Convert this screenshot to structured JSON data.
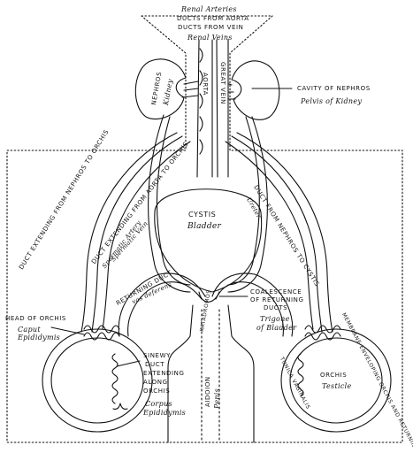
{
  "top_labels": {
    "renal_arteries": "Renal Arteries",
    "ducts_from_aorta": "DUCTS FROM AORTA",
    "ducts_from_vein": "DUCTS FROM VEIN",
    "renal_veins": "Renal Veins"
  },
  "vessel_labels": {
    "aorta": "AORTA",
    "great_vein": "GREAT VEIN"
  },
  "left_labels": {
    "nephros": "NEPHROS",
    "kidney": "Kidney",
    "head_of_orchis": "HEAD OF ORCHIS",
    "caput_epididymis": "Caput Epididymis",
    "duct_from_nephros": "DUCT EXTENDING FROM NEPHROS TO ORCHIS",
    "duct_from_aorta": "DUCT EXTENDING FROM AORTA TO ORCHIS",
    "spermatic_artery": "Spermatic Artery",
    "spermatic_vein": "Spermatic Vein",
    "returning_duct": "RETURNING DUCT",
    "vas_deferens": "vas deferens"
  },
  "right_labels": {
    "cavity_of_nephros": "CAVITY OF NEPHROS",
    "pelvis_of_kidney": "Pelvis of Kidney",
    "duct_from_nephros_to_cystis": "DUCT FROM NEPHROS TO CYSTIS",
    "ureter": "Ureter"
  },
  "center_labels": {
    "cystis": "CYSTIS",
    "bladder": "Bladder",
    "coalescence": [
      "COALESCENCE",
      "OF RETURNING",
      "DUCTS"
    ],
    "trigone": [
      "Trigone",
      "of Bladder"
    ],
    "aidoion": "AIDOION",
    "penis": "Penis",
    "katadromos": "KATADROMOS"
  },
  "bottom_labels": {
    "sinewy_duct": [
      "SINEWY",
      "DUCT",
      "EXTENDING",
      "ALONG",
      "ORCHIS"
    ],
    "corpus_epididymis": [
      "Corpus",
      "Epididymis"
    ],
    "orchis": "ORCHIS",
    "testicle": "Testicle",
    "membrane": "MEMBRANE ENVELOPING ORCHIS AND RETURNING DUCT",
    "tunica_vaginalis": "TUNICA VAGINALIS"
  }
}
